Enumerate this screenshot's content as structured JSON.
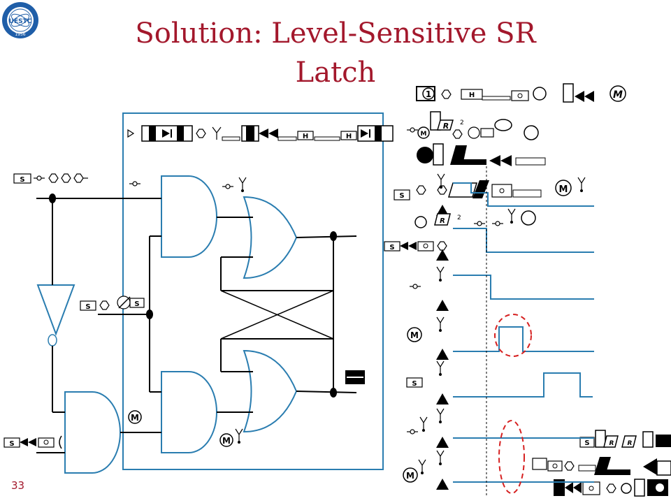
{
  "slide": {
    "title_line1": "Solution: Level-Sensitive SR",
    "title_line2": "Latch",
    "page_number": "33",
    "title_color": "#A3182C",
    "circuit_color": "#2A7DB0",
    "annotation_color": "#D62020"
  },
  "logo": {
    "icon": "university-seal-icon",
    "text": "UESTC",
    "year": "1956",
    "color": "#1F5EA8"
  },
  "circuit": {
    "input_labels": [
      {
        "id": "s-input",
        "text": "S"
      },
      {
        "id": "clk-input",
        "text": "S"
      },
      {
        "id": "clk-input-tail",
        "text": "S"
      },
      {
        "id": "r-input",
        "text": "S"
      }
    ],
    "gate_markers": [
      {
        "id": "upper-and-marker",
        "text": "M"
      },
      {
        "id": "lower-and-marker",
        "text": "M"
      },
      {
        "id": "bottom-and-marker",
        "text": "M"
      }
    ]
  },
  "timing": {
    "signal_markers": [
      {
        "id": "sig-marker-1",
        "text": "M"
      },
      {
        "id": "sig-marker-2",
        "text": "M"
      },
      {
        "id": "sig-marker-3",
        "text": "S"
      },
      {
        "id": "sig-marker-4",
        "text": "M"
      }
    ]
  }
}
